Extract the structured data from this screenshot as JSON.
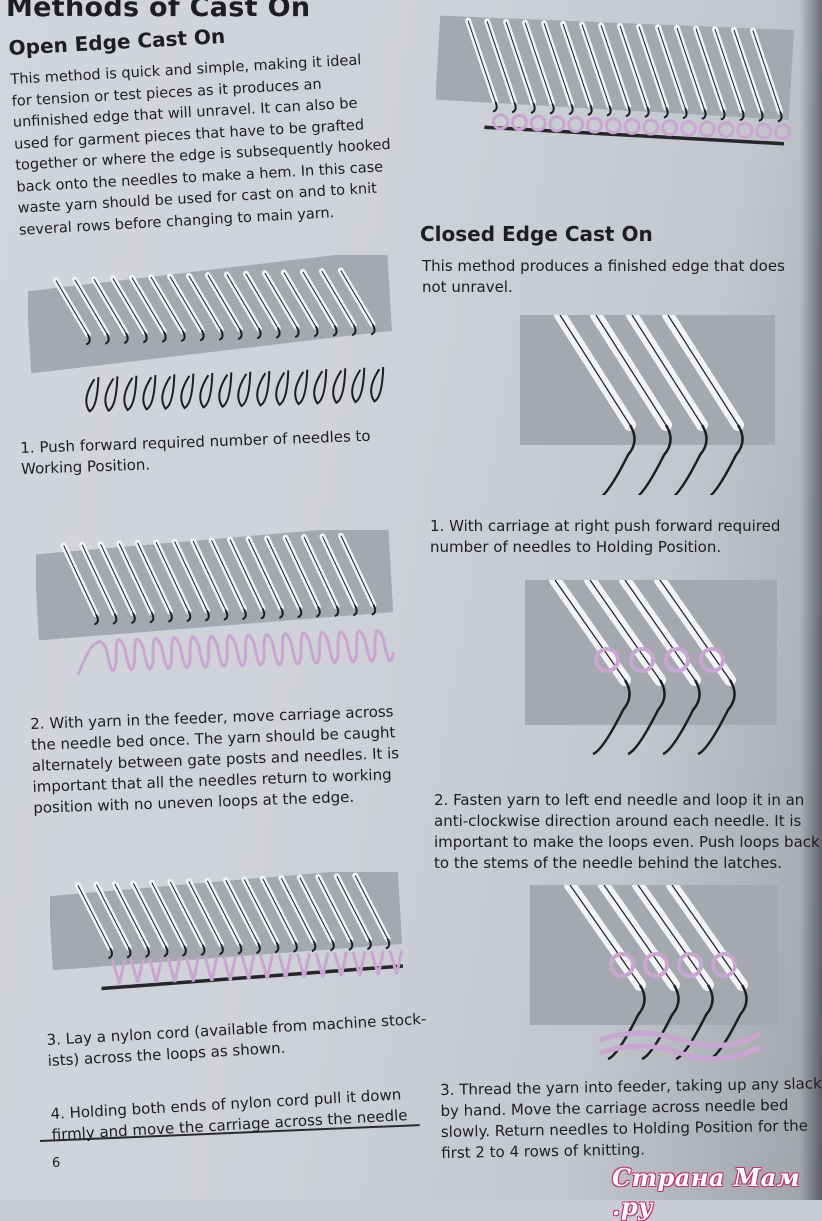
{
  "header": {
    "title": "Methods of Cast On"
  },
  "open_edge": {
    "heading": "Open Edge Cast On",
    "intro": "This method is quick and simple, making it ideal\nfor tension or test pieces as it produces an\nunfinished edge that will unravel. It can also be\nused for garment pieces that have to be grafted\ntogether or where the edge is subsequently hooked\nback onto the needles to make a hem. In this case\nwaste yarn should be used for cast on and to knit\nseveral rows before changing to main yarn.",
    "step1": "1. Push forward required number of needles to\nWorking Position.",
    "step2": "2. With yarn in the feeder, move carriage across\nthe needle bed once. The yarn should be caught\nalternately between gate posts and needles. It is\nimportant that all the needles return to working\nposition with no uneven loops at the edge.",
    "step3": "3. Lay a nylon cord (available from machine stock-\nists) across the loops as shown.",
    "step4": "4. Holding both ends of nylon cord pull it down\nfirmly and move the carriage across the needle"
  },
  "closed_edge": {
    "heading": "Closed Edge Cast On",
    "intro": "This method produces a finished edge that does\nnot unravel.",
    "step1": "1. With carriage at right push forward required\nnumber of needles to Holding Position.",
    "step2": "2. Fasten yarn to left end needle and loop it in an\nanti-clockwise direction around each needle. It is\nimportant to make the loops even. Push loops back\nto the stems of the needle behind the latches.",
    "step3": "3. Thread the yarn into feeder, taking up any slack\nby hand. Move the carriage across needle bed\nslowly. Return needles to Holding Position for the\nfirst 2 to 4 rows of knitting."
  },
  "footer": {
    "page_number": "6"
  },
  "watermark": {
    "text": "Страна Мам .ру"
  },
  "colors": {
    "bed": "#a6a8b0",
    "needle": "#f2f3f6",
    "yarn": "#c9a6d2",
    "cord": "#26262b",
    "ink": "#1d1d22"
  },
  "figure_count": {
    "needles_open": 16,
    "needles_closed": 4
  }
}
